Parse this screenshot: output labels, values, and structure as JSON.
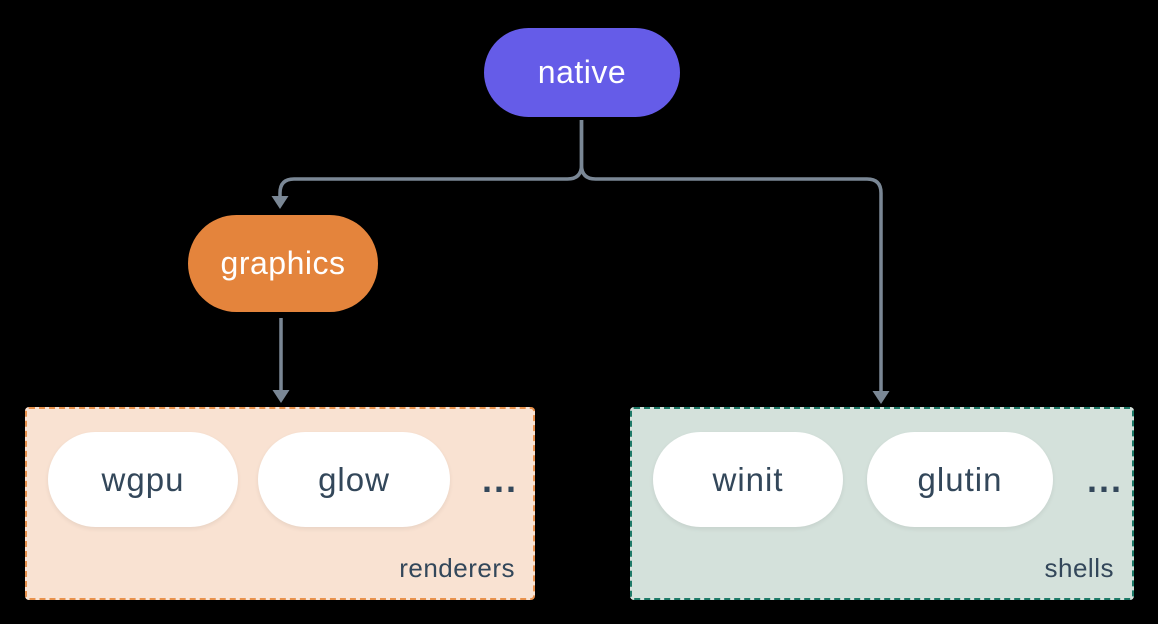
{
  "diagram": {
    "nodes": {
      "native": {
        "label": "native",
        "fill": "#655ce8"
      },
      "graphics": {
        "label": "graphics",
        "fill": "#e4843c"
      }
    },
    "groups": {
      "renderers": {
        "label": "renderers",
        "fill": "#f9e2d2",
        "border_color": "#e8914c",
        "items": [
          {
            "label": "wgpu"
          },
          {
            "label": "glow"
          }
        ],
        "ellipsis": "..."
      },
      "shells": {
        "label": "shells",
        "fill": "#d4e1db",
        "border_color": "#1d7a68",
        "items": [
          {
            "label": "winit"
          },
          {
            "label": "glutin"
          }
        ],
        "ellipsis": "..."
      }
    },
    "edges": [
      {
        "from": "native",
        "to": "graphics"
      },
      {
        "from": "native",
        "to": "shells"
      },
      {
        "from": "graphics",
        "to": "renderers"
      }
    ],
    "colors": {
      "background": "#000000",
      "connector": "#7a8795",
      "node_text": "#ffffff",
      "item_text": "#33475a"
    }
  }
}
